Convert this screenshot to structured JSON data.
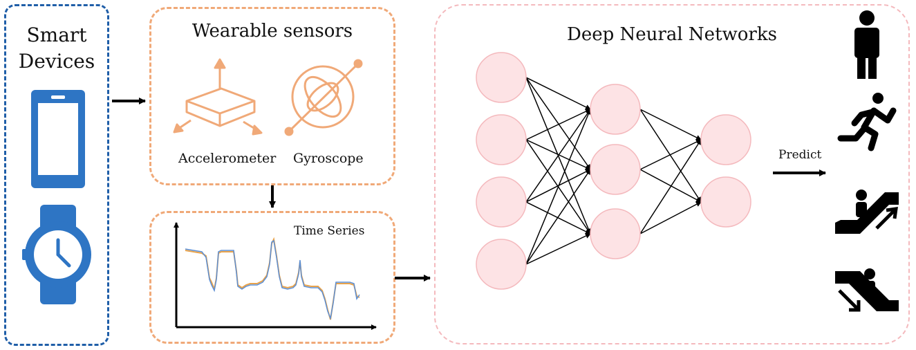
{
  "devices": {
    "title": "Smart Devices"
  },
  "sensors": {
    "title": "Wearable sensors",
    "accelerometer_label": "Accelerometer",
    "gyroscope_label": "Gyroscope"
  },
  "time_series": {
    "title": "Time Series"
  },
  "dnn": {
    "title": "Deep Neural Networks",
    "predict_label": "Predict",
    "layers": [
      4,
      3,
      2
    ]
  },
  "activities": [
    "standing-icon",
    "running-icon",
    "escalator-up-icon",
    "escalator-down-icon"
  ],
  "colors": {
    "device_blue": "#2e75c4",
    "sensor_orange": "#f0a978",
    "node_fill": "#fde3e5",
    "node_stroke": "#f4b9bd",
    "series_orange": "#e8a24a",
    "series_blue": "#5b8fd6"
  }
}
